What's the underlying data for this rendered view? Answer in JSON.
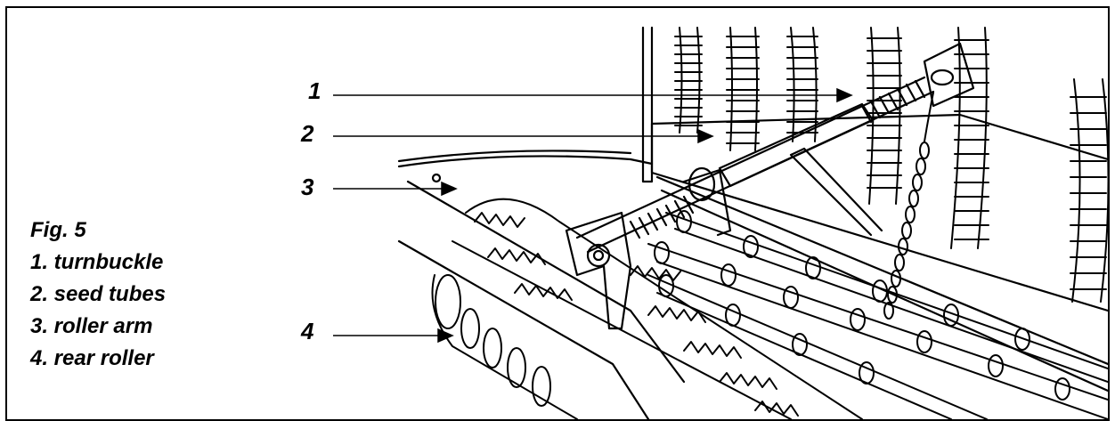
{
  "figure": {
    "title": "Fig. 5",
    "legend": [
      "1. turnbuckle",
      "2. seed tubes",
      "3. roller arm",
      "4. rear roller"
    ],
    "callouts": [
      "1",
      "2",
      "3",
      "4"
    ]
  }
}
